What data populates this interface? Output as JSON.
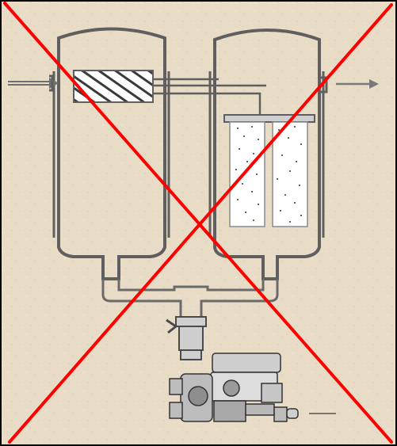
{
  "diagram": {
    "has_visible_text": false,
    "crossed_out": true,
    "components": [
      "inlet-arrow-icon",
      "left-tank",
      "hatched-filter-element",
      "right-tank",
      "filter-cartridge-left",
      "filter-cartridge-right",
      "outlet-arrow-icon",
      "bottom-manifold-pipes",
      "valve",
      "drain-pump-assembly",
      "discharge-line"
    ],
    "colors": {
      "background": "#e8dcc7",
      "line": "#5f5f5f",
      "cartridge": "#ffffff",
      "cross": "#ff0000",
      "frame": "#000000"
    }
  }
}
